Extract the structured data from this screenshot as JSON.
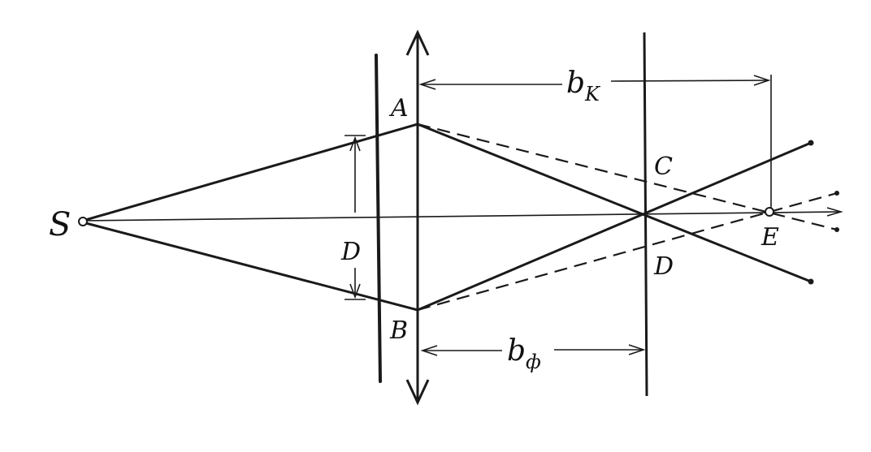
{
  "labels": {
    "source": "S",
    "point_a": "A",
    "point_b": "B",
    "point_c": "C",
    "point_d": "D",
    "point_e": "E",
    "aperture": "D",
    "dist_k": "b",
    "dist_k_sub": "K",
    "dist_f": "b",
    "dist_f_sub": "ф"
  }
}
